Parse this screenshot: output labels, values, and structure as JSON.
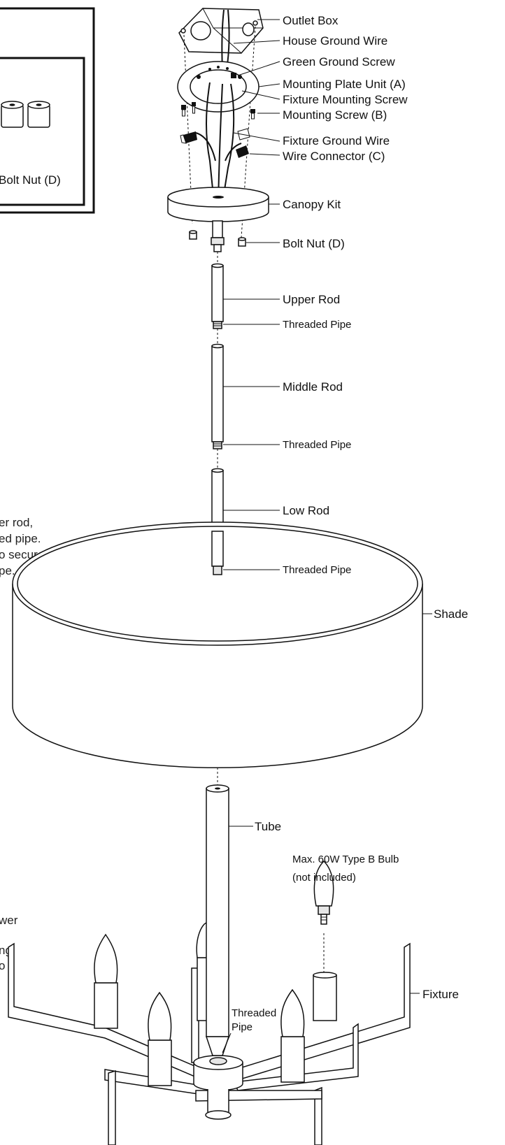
{
  "labels": {
    "outlet_box": "Outlet Box",
    "house_ground_wire": "House Ground Wire",
    "green_ground_screw": "Green Ground Screw",
    "mounting_plate_unit": "Mounting Plate Unit (A)",
    "fixture_mounting_screw": "Fixture Mounting Screw",
    "mounting_screw": "Mounting Screw (B)",
    "fixture_ground_wire": "Fixture Ground Wire",
    "wire_connector": "Wire Connector (C)",
    "canopy_kit": "Canopy Kit",
    "bolt_nut": "Bolt Nut (D)",
    "upper_rod": "Upper Rod",
    "threaded_pipe_1": "Threaded Pipe",
    "middle_rod": "Middle Rod",
    "threaded_pipe_2": "Threaded Pipe",
    "low_rod": "Low Rod",
    "threaded_pipe_3": "Threaded Pipe",
    "shade": "Shade",
    "tube": "Tube",
    "bulb_line1": "Max. 60W Type B Bulb",
    "bulb_line2": "(not included)",
    "threaded_pipe_4_line1": "Threaded",
    "threaded_pipe_4_line2": "Pipe",
    "fixture": "Fixture"
  },
  "inset": {
    "bolt_nut_label": "Bolt Nut (D)"
  },
  "partial_text": {
    "line1": "er rod,",
    "line2": "ed pipe.",
    "line3": "o secure",
    "line4": "pe.",
    "line5": "wer",
    "line6": "ng",
    "line7": "o"
  }
}
